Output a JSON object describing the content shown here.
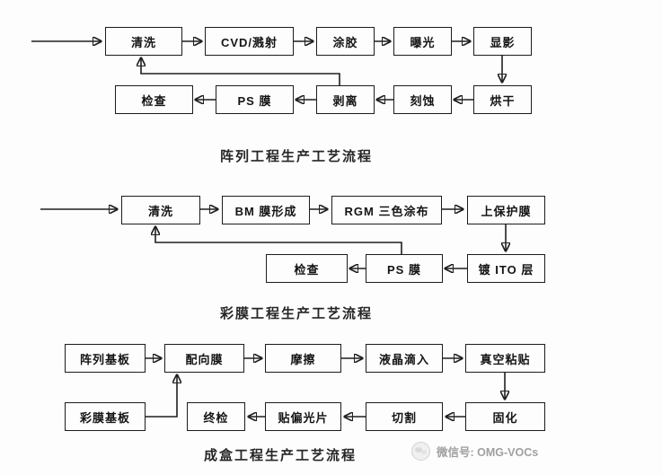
{
  "colors": {
    "background": "#fdfdfd",
    "line": "#1f1f1f",
    "box_border": "#1c1c1c",
    "box_text": "#141414",
    "title_text": "#262626",
    "watermark_text": "#a0a0a0"
  },
  "charts": [
    {
      "title": "阵列工程生产工艺流程",
      "nodes": [
        {
          "label": "清洗"
        },
        {
          "label": "CVD/溅射"
        },
        {
          "label": "涂胶"
        },
        {
          "label": "曝光"
        },
        {
          "label": "显影"
        },
        {
          "label": "烘干"
        },
        {
          "label": "刻蚀"
        },
        {
          "label": "剥离"
        },
        {
          "label": "PS 膜"
        },
        {
          "label": "检查"
        }
      ],
      "edges": [
        {
          "from": "清洗",
          "to": "CVD/溅射"
        },
        {
          "from": "CVD/溅射",
          "to": "涂胶"
        },
        {
          "from": "涂胶",
          "to": "曝光"
        },
        {
          "from": "曝光",
          "to": "显影"
        },
        {
          "from": "显影",
          "to": "烘干"
        },
        {
          "from": "烘干",
          "to": "刻蚀"
        },
        {
          "from": "刻蚀",
          "to": "剥离"
        },
        {
          "from": "剥离",
          "to": "PS 膜"
        },
        {
          "from": "PS 膜",
          "to": "检查"
        },
        {
          "from": "剥离",
          "to": "清洗"
        }
      ]
    },
    {
      "title": "彩膜工程生产工艺流程",
      "nodes": [
        {
          "label": "清洗"
        },
        {
          "label": "BM 膜形成"
        },
        {
          "label": "RGM 三色涂布"
        },
        {
          "label": "上保护膜"
        },
        {
          "label": "镀 ITO 层"
        },
        {
          "label": "PS 膜"
        },
        {
          "label": "检查"
        }
      ],
      "edges": [
        {
          "from": "清洗",
          "to": "BM 膜形成"
        },
        {
          "from": "BM 膜形成",
          "to": "RGM 三色涂布"
        },
        {
          "from": "RGM 三色涂布",
          "to": "上保护膜"
        },
        {
          "from": "上保护膜",
          "to": "镀 ITO 层"
        },
        {
          "from": "镀 ITO 层",
          "to": "PS 膜"
        },
        {
          "from": "PS 膜",
          "to": "检查"
        },
        {
          "from": "PS 膜",
          "to": "清洗"
        }
      ]
    },
    {
      "title": "成盒工程生产工艺流程",
      "nodes": [
        {
          "label": "阵列基板"
        },
        {
          "label": "配向膜"
        },
        {
          "label": "摩擦"
        },
        {
          "label": "液晶滴入"
        },
        {
          "label": "真空粘贴"
        },
        {
          "label": "固化"
        },
        {
          "label": "切割"
        },
        {
          "label": "贴偏光片"
        },
        {
          "label": "终检"
        },
        {
          "label": "彩膜基板"
        }
      ],
      "edges": [
        {
          "from": "阵列基板",
          "to": "配向膜"
        },
        {
          "from": "配向膜",
          "to": "摩擦"
        },
        {
          "from": "摩擦",
          "to": "液晶滴入"
        },
        {
          "from": "液晶滴入",
          "to": "真空粘贴"
        },
        {
          "from": "真空粘贴",
          "to": "固化"
        },
        {
          "from": "固化",
          "to": "切割"
        },
        {
          "from": "切割",
          "to": "贴偏光片"
        },
        {
          "from": "贴偏光片",
          "to": "终检"
        },
        {
          "from": "彩膜基板",
          "to": "配向膜"
        }
      ]
    }
  ],
  "watermark": {
    "icon": "wechat-logo",
    "text": "微信号: OMG-VOCs"
  }
}
